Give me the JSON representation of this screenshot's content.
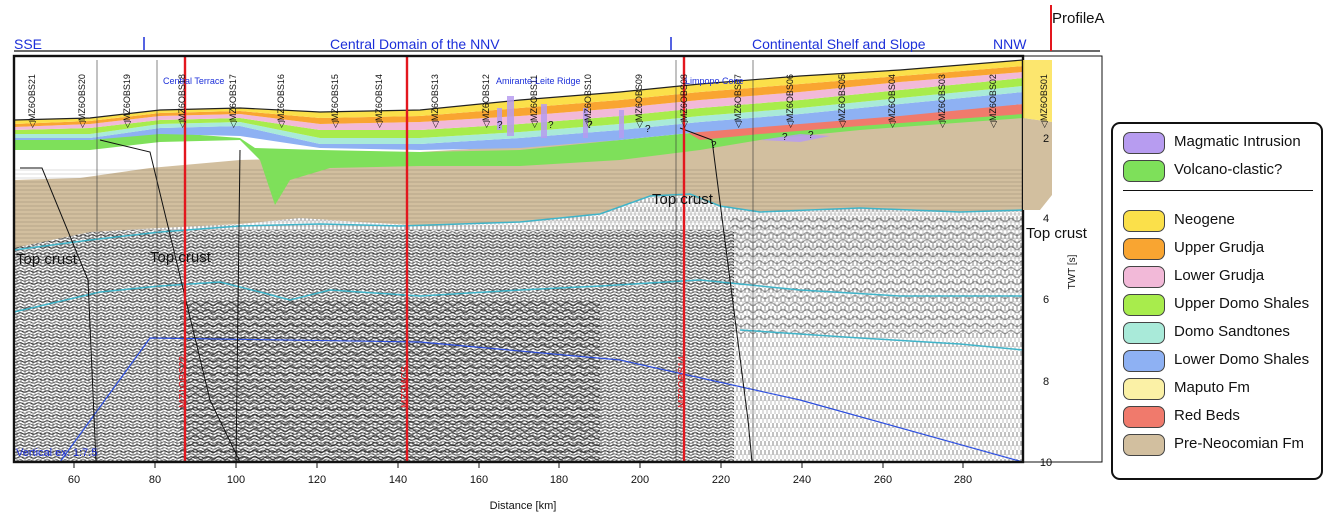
{
  "figure": {
    "profile_label": "ProfileA",
    "x_axis": {
      "label": "Distance [km]",
      "ticks": [
        "60",
        "80",
        "100",
        "120",
        "140",
        "160",
        "180",
        "200",
        "220",
        "240",
        "260",
        "280"
      ]
    },
    "y_axis": {
      "label": "TWT [s]",
      "ticks": [
        "2",
        "4",
        "6",
        "8",
        "10"
      ]
    },
    "domain_labels": {
      "sse": "SSE",
      "central": "Central Domain of the NNV",
      "shelf": "Continental Shelf and Slope",
      "nnw": "NNW"
    },
    "features": {
      "central_terrace": "Central Terrace",
      "amirante_leite": "Amirante-Leite Ridge",
      "limpopo_cone": "Limpopo Cone"
    },
    "stations": [
      "MZ6OBS21",
      "MZ6OBS20",
      "MZ6OBS19",
      "MZ6OBS18",
      "MZ6OBS17",
      "MZ6OBS16",
      "MZ6OBS15",
      "MZ6OBS14",
      "MZ6OBS13",
      "MZ6OBS12",
      "MZ6OBS11",
      "MZ6OBS10",
      "MZ6OBS09",
      "MZ6OBS08",
      "MZ6OBS07",
      "MZ6OBS06",
      "MZ6OBS05",
      "MZ6OBS04",
      "MZ6OBS03",
      "MZ6OBS02",
      "MZ6OBS01"
    ],
    "crossing_lines": [
      "MZ1OBS22",
      "MZ3MCS",
      "MZ2OBS14"
    ],
    "top_crust_label": "Top crust",
    "vertical_ex": "Vertical ex. 1:7.5",
    "question_mark": "?"
  },
  "legend": {
    "items": [
      {
        "label": "Magmatic Intrusion",
        "color": "#b79cf0"
      },
      {
        "label": "Volcano-clastic?",
        "color": "#7ee05a"
      },
      {
        "label": "Neogene",
        "color": "#fbe04a"
      },
      {
        "label": "Upper Grudja",
        "color": "#f9a531"
      },
      {
        "label": "Lower Grudja",
        "color": "#f2b9d8"
      },
      {
        "label": "Upper Domo Shales",
        "color": "#a8ec4c"
      },
      {
        "label": "Domo Sandtones",
        "color": "#a9ead9"
      },
      {
        "label": "Lower Domo Shales",
        "color": "#8eb1f3"
      },
      {
        "label": "Maputo Fm",
        "color": "#fbf1a6"
      },
      {
        "label": "Red Beds",
        "color": "#f07a6c"
      },
      {
        "label": "Pre-Neocomian Fm",
        "color": "#d2bf9f"
      }
    ]
  },
  "colors": {
    "accent_blue": "#1c2fd9",
    "crossing_red": "#e3171e",
    "horizon_cyan": "#3fb4c9"
  }
}
